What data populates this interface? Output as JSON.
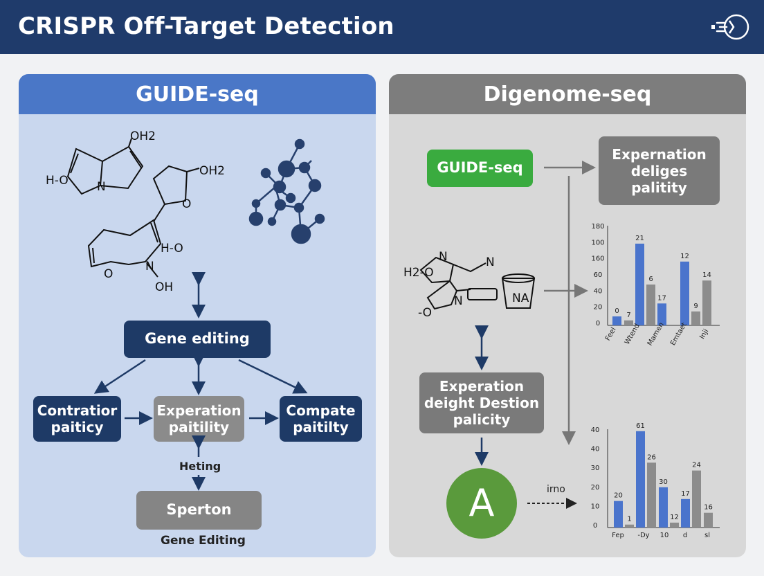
{
  "header": {
    "title": "CRISPR Off-Target Detection",
    "logo_icon": "dna-cycle-icon"
  },
  "colors": {
    "header_bg": "#1f3b6b",
    "left_head": "#4a77c7",
    "right_head": "#7d7d7d",
    "navy": "#1e3a66",
    "gray": "#7e7e7e",
    "green": "#3aab3f",
    "bar_blue": "#4a74cc",
    "bar_gray": "#8c8c8c"
  },
  "left_panel": {
    "title": "GUIDE-seq",
    "molecule_labels": [
      "OH2",
      "H-O",
      "N",
      "OH2",
      "O",
      "H-O",
      "O",
      "N",
      "OH"
    ],
    "gene_editing_box": "Gene editing",
    "contrator_box": "Contratior\npaiticy",
    "experation_box": "Experation\npaitility",
    "compate_box": "Compate\npaitilty",
    "heting_label": "Heting",
    "sperton_box": "Sperton",
    "caption": "Gene Editing"
  },
  "right_panel": {
    "title": "Digenome-seq",
    "guide_box": "GUIDE-seq",
    "experation_top_box": "Expernation\ndeliges\npalitity",
    "molecule_labels": [
      "H2-O",
      "N",
      "N",
      "-O",
      "N",
      "NA"
    ],
    "experation_mid_box": "Experation\ndeight Destion\npalicity",
    "circle_letter": "A",
    "arrow_label": "irno"
  },
  "chart_data": [
    {
      "type": "bar",
      "yticks": [
        "180",
        "100",
        "160",
        "60",
        "40",
        "20",
        "0"
      ],
      "categories": [
        "Feel",
        "Wtend",
        "Mamen",
        "Emtaet",
        "Inji"
      ],
      "series": [
        {
          "values": [
            0,
            21,
            17,
            12,
            null
          ]
        },
        {
          "values": [
            7,
            6,
            null,
            9,
            14
          ]
        }
      ],
      "bar_value_labels": [
        "0",
        "7",
        "21",
        "6",
        "17",
        "12",
        "9",
        "14"
      ],
      "bar_heights_pct": [
        9,
        5,
        82,
        41,
        22,
        64,
        14,
        45
      ]
    },
    {
      "type": "bar",
      "yticks": [
        "40",
        "40",
        "30",
        "20",
        "10",
        "0"
      ],
      "categories": [
        "Fep",
        "-Dy",
        "10",
        "d",
        "sl"
      ],
      "series": [
        {
          "values": [
            20,
            61,
            30,
            17,
            null
          ]
        },
        {
          "values": [
            1,
            26,
            12,
            24,
            16
          ]
        }
      ],
      "bar_value_labels": [
        "20",
        "1",
        "61",
        "26",
        "30",
        "12",
        "17",
        "24",
        "16"
      ],
      "bar_heights_pct": [
        27,
        3,
        98,
        66,
        41,
        5,
        29,
        58,
        15
      ]
    }
  ]
}
